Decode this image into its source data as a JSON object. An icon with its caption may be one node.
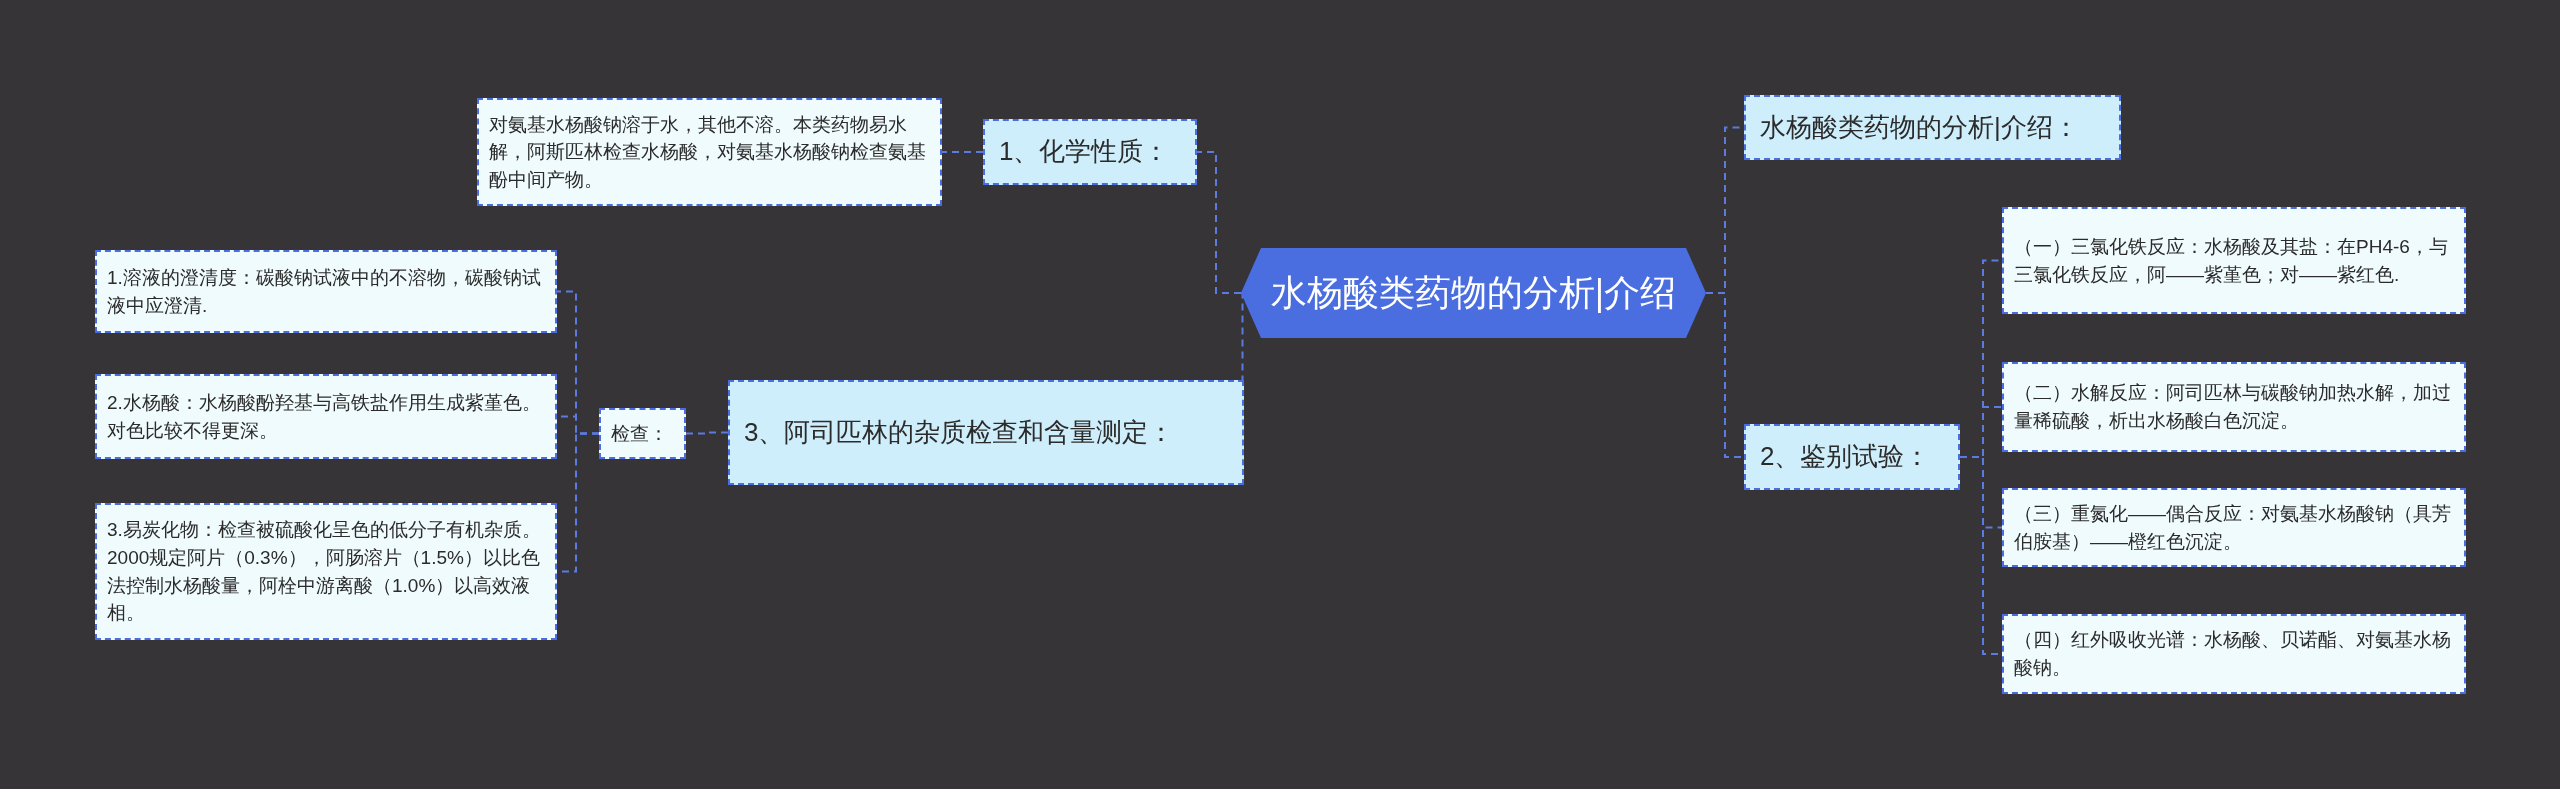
{
  "diagram": {
    "nodes": [
      {
        "text": [
          "水杨酸类药物的分析|介绍"
        ]
      },
      {
        "text": [
          "1、化学性质："
        ]
      },
      {
        "text": [
          "对氨基水杨酸钠溶于水，其他不溶。本类药物易水解，阿斯匹林检查水杨酸，对氨基水杨酸钠检查氨基酚中间产物。"
        ]
      },
      {
        "text": [
          "3、阿司匹林的杂质检查和含量测定："
        ]
      },
      {
        "text": [
          "检查："
        ]
      },
      {
        "text": [
          "1.溶液的澄清度：碳酸钠试液中的不溶物，碳酸钠试液中应澄清."
        ]
      },
      {
        "text": [
          "2.水杨酸：水杨酸酚羟基与高铁盐作用生成紫堇色。对色比较不得更深。"
        ]
      },
      {
        "text": [
          "3.易炭化物：检查被硫酸化呈色的低分子有机杂质。2000规定阿片（0.3%），阿肠溶片（1.5%）以比色法控制水杨酸量，阿栓中游离酸（1.0%）以高效液相。"
        ]
      },
      {
        "text": [
          "水杨酸类药物的分析|介绍："
        ]
      },
      {
        "text": [
          "2、鉴别试验："
        ]
      },
      {
        "text": [
          "（一）三氯化铁反应：水杨酸及其盐：在PH4-6，与三氯化铁反应，阿——紫堇色；对——紫红色."
        ]
      },
      {
        "text": [
          "（二）水解反应：阿司匹林与碳酸钠加热水解，加过量稀硫酸，析出水杨酸白色沉淀。"
        ]
      },
      {
        "text": [
          "（三）重氮化——偶合反应：对氨基水杨酸钠（具芳伯胺基）——橙红色沉淀。"
        ]
      },
      {
        "text": [
          "（四）红外吸收光谱：水杨酸、贝诺酯、对氨基水杨酸钠。"
        ]
      }
    ],
    "edges": [
      {
        "from": 0,
        "to": 1,
        "arrow": "none",
        "style": "dashed"
      },
      {
        "from": 0,
        "to": 3,
        "arrow": "none",
        "style": "dashed"
      },
      {
        "from": 0,
        "to": 8,
        "arrow": "none",
        "style": "dashed"
      },
      {
        "from": 0,
        "to": 9,
        "arrow": "none",
        "style": "dashed"
      },
      {
        "from": 1,
        "to": 2,
        "arrow": "none",
        "style": "dashed"
      },
      {
        "from": 3,
        "to": 4,
        "arrow": "none",
        "style": "dashed"
      },
      {
        "from": 4,
        "to": 5,
        "arrow": "none",
        "style": "dashed"
      },
      {
        "from": 4,
        "to": 6,
        "arrow": "none",
        "style": "dashed"
      },
      {
        "from": 4,
        "to": 7,
        "arrow": "none",
        "style": "dashed"
      },
      {
        "from": 9,
        "to": 10,
        "arrow": "none",
        "style": "dashed"
      },
      {
        "from": 9,
        "to": 11,
        "arrow": "none",
        "style": "dashed"
      },
      {
        "from": 9,
        "to": 12,
        "arrow": "none",
        "style": "dashed"
      },
      {
        "from": 9,
        "to": 13,
        "arrow": "none",
        "style": "dashed"
      }
    ]
  }
}
